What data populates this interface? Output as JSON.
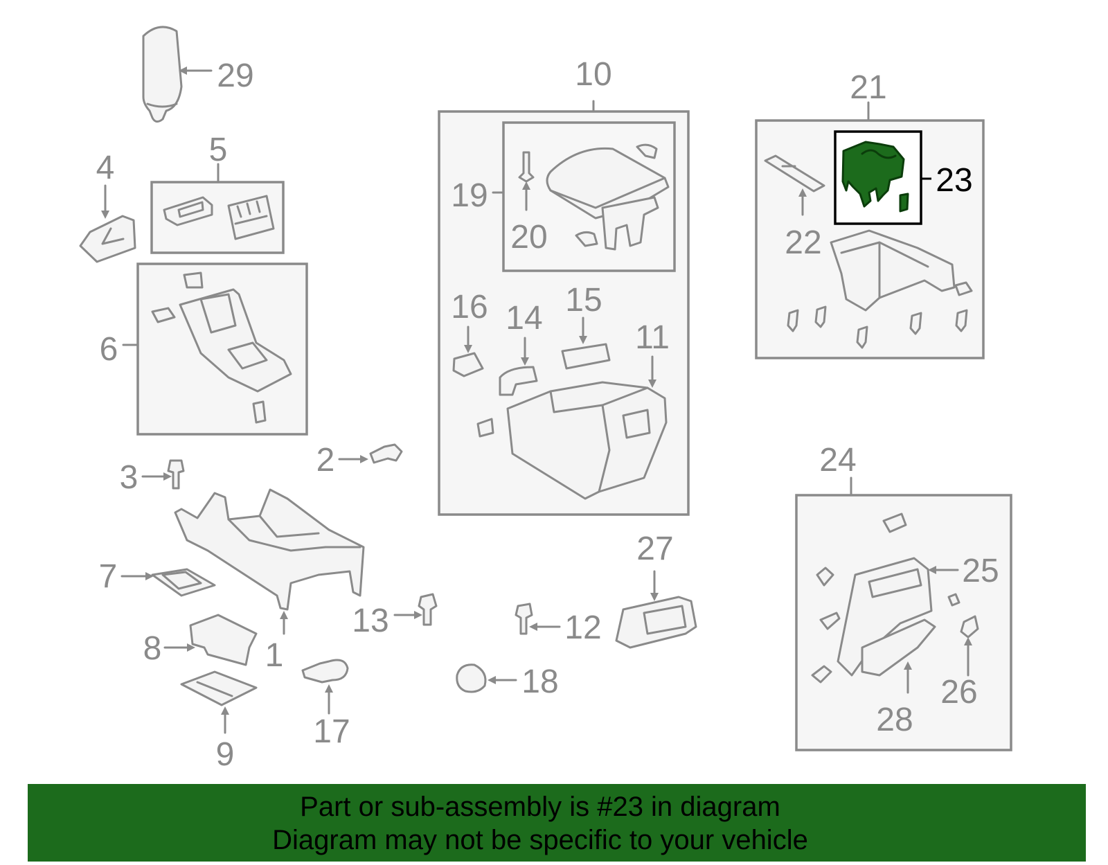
{
  "diagram": {
    "highlighted_part": "23",
    "highlight_color": "#1c6b1c",
    "callouts": {
      "c1": "1",
      "c2": "2",
      "c3": "3",
      "c4": "4",
      "c5": "5",
      "c6": "6",
      "c7": "7",
      "c8": "8",
      "c9": "9",
      "c10": "10",
      "c11": "11",
      "c12": "12",
      "c13": "13",
      "c14": "14",
      "c15": "15",
      "c16": "16",
      "c17": "17",
      "c18": "18",
      "c19": "19",
      "c20": "20",
      "c21": "21",
      "c22": "22",
      "c23": "23",
      "c24": "24",
      "c25": "25",
      "c26": "26",
      "c27": "27",
      "c28": "28",
      "c29": "29"
    }
  },
  "banner": {
    "line1": "Part or sub-assembly is #23 in diagram",
    "line2": "Diagram may not be specific to your vehicle",
    "background": "#1c6b1c"
  }
}
